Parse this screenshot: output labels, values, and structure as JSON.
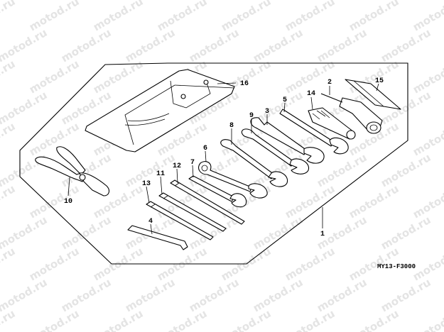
{
  "watermark": {
    "text": "motod.ru",
    "color": "#e4e4e4"
  },
  "figure_code": "MY13-F3000",
  "parts": {
    "tool_set": "1",
    "screwdriver_handle": "2",
    "open_end_wrench_large": "3",
    "hex_wrench": "4",
    "open_end_wrench_spark": "5",
    "wrench_6": "6",
    "wrench_7": "7",
    "wrench_8": "8",
    "wrench_9": "9",
    "pliers": "10",
    "screwdriver_11": "11",
    "screwdriver_12": "12",
    "screwdriver_13": "13",
    "screwdriver_14": "14",
    "grip_15": "15",
    "tool_bag": "16"
  },
  "colors": {
    "ink": "#000000",
    "background": "#ffffff"
  }
}
